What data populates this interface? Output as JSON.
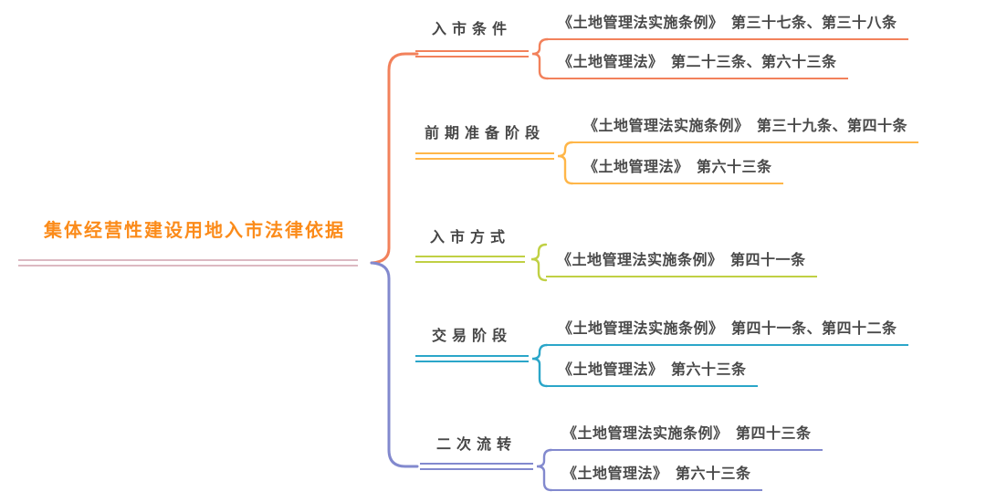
{
  "diagram": {
    "type": "mindmap",
    "root": {
      "label": "集体经营性建设用地入市法律依据",
      "text_color": "#FB8B1A",
      "underline_color": "#DCB9C2"
    },
    "branches": [
      {
        "label": "入市条件",
        "color": "#F2815B",
        "leaves": [
          "《土地管理法实施条例》　第三十七条、第三十八条",
          "《土地管理法》　第二十三条、第六十三条"
        ]
      },
      {
        "label": "前期准备阶段",
        "color": "#FFB648",
        "leaves": [
          "《土地管理法实施条例》　第三十九条、第四十条",
          "《土地管理法》　第六十三条"
        ]
      },
      {
        "label": "入市方式",
        "color": "#C0D044",
        "leaves": [
          "《土地管理法实施条例》　第四十一条"
        ]
      },
      {
        "label": "交易阶段",
        "color": "#2BA6C9",
        "leaves": [
          "《土地管理法实施条例》　第四十一条、第四十二条",
          "《土地管理法》　第六十三条"
        ]
      },
      {
        "label": "二次流转",
        "color": "#8289CE",
        "leaves": [
          "《土地管理法实施条例》　第四十三条",
          "《土地管理法》　第六十三条"
        ]
      }
    ],
    "text_color": "#4A4A4A",
    "background_color": "#FFFFFF"
  }
}
